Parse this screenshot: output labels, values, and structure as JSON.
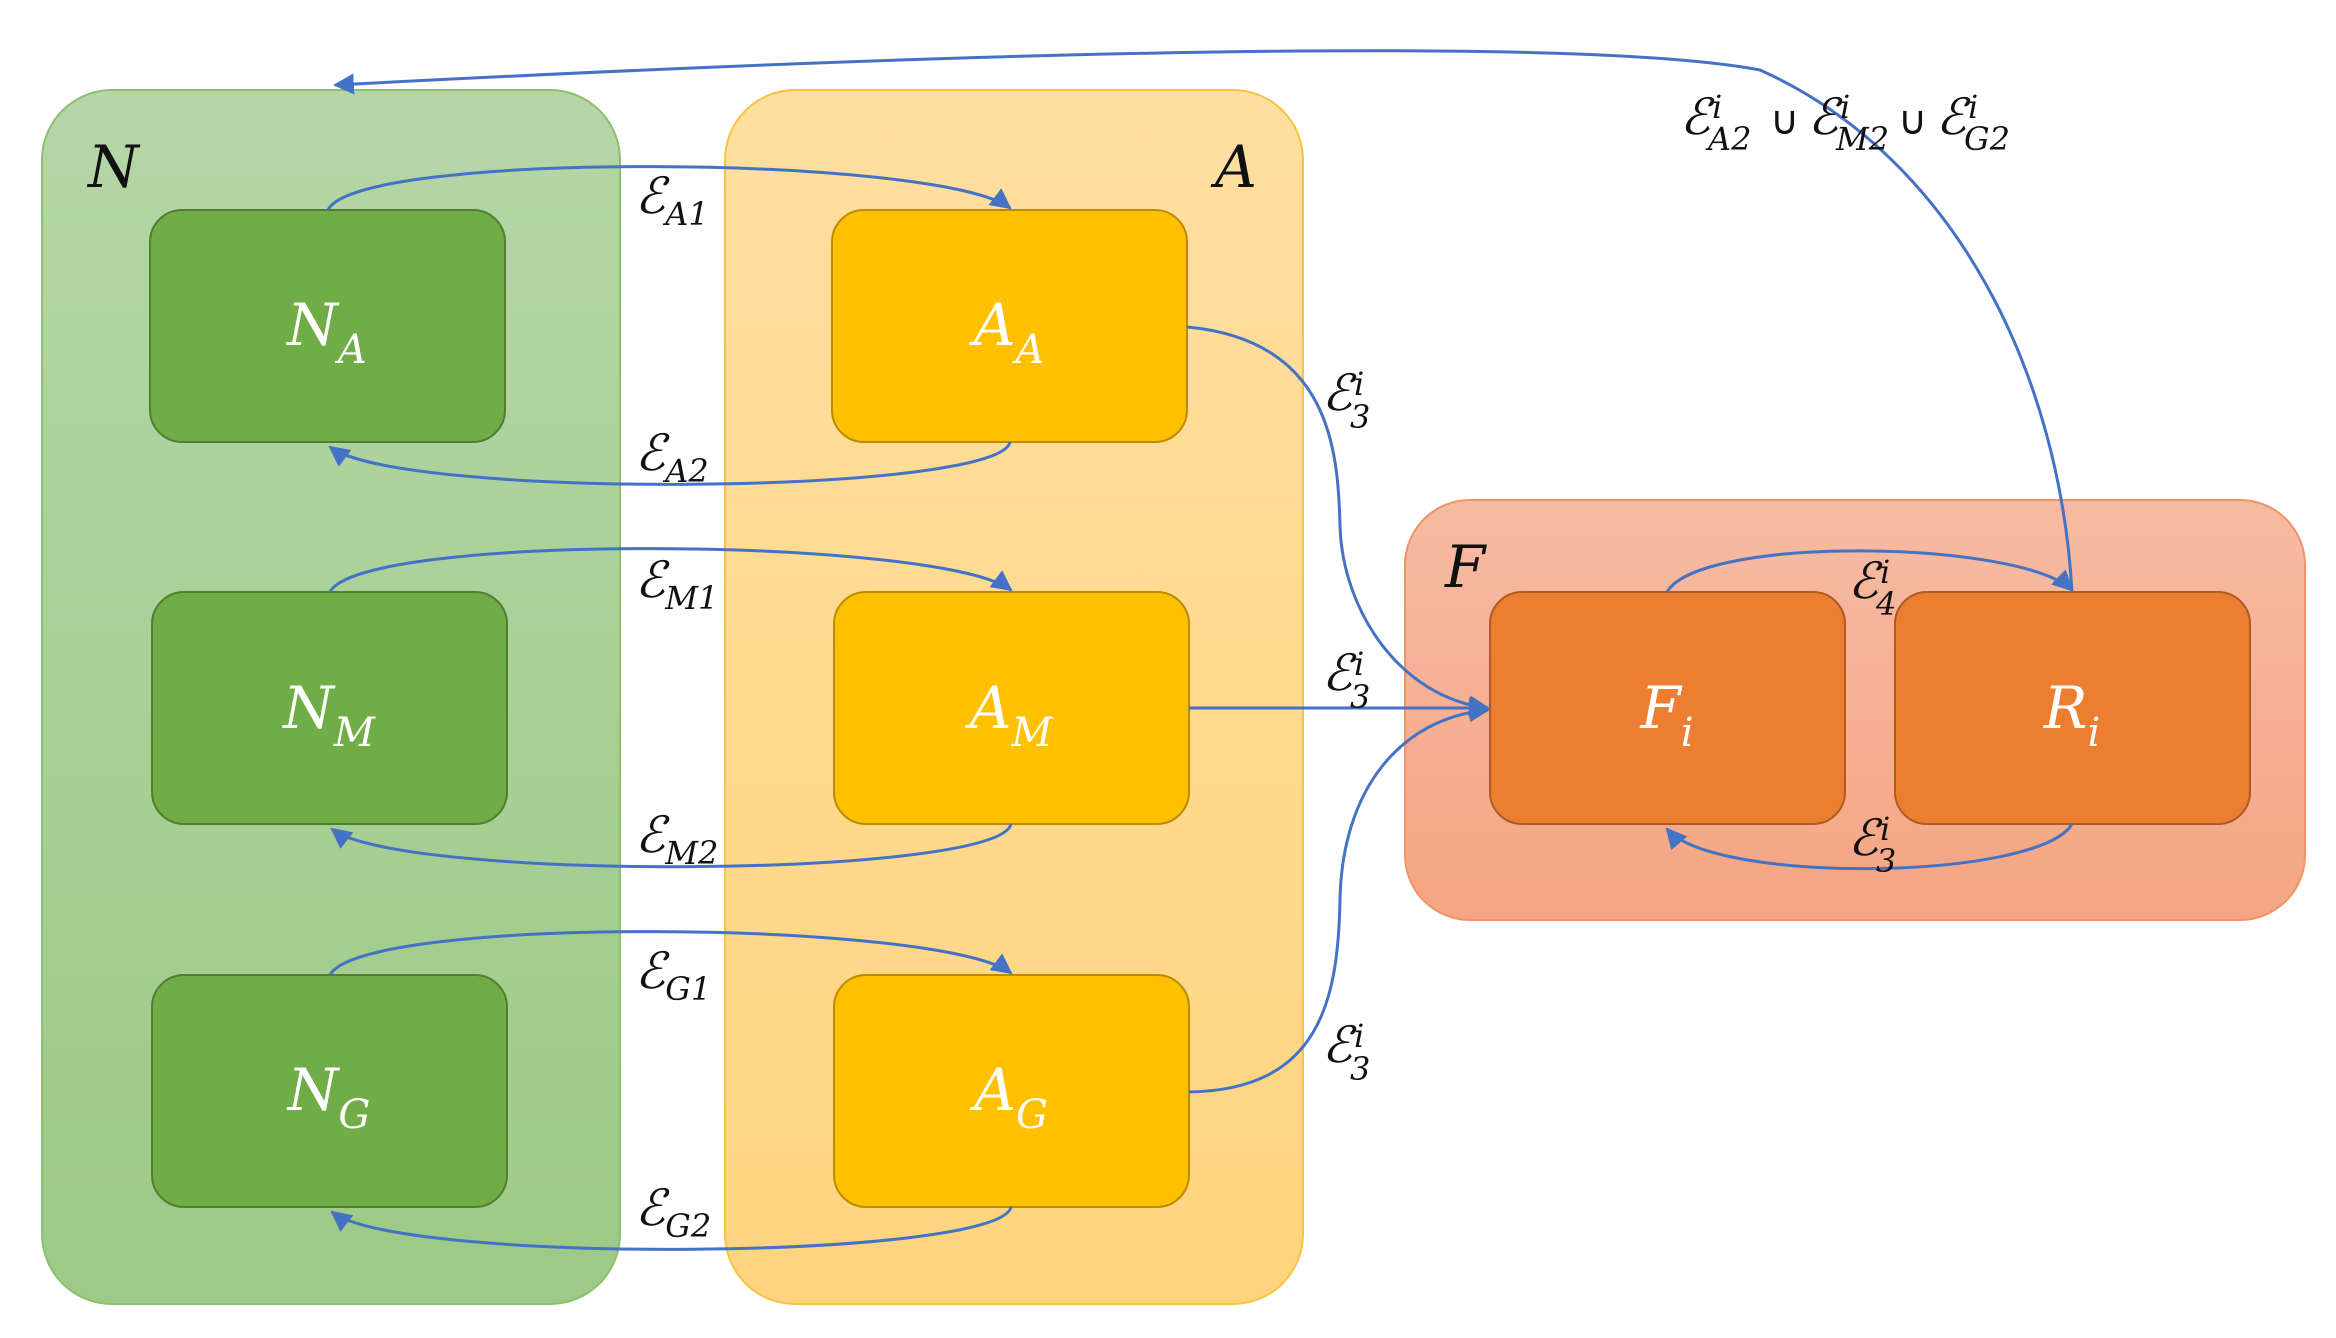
{
  "groups": {
    "N": {
      "label": "N",
      "color": "#a9d18e"
    },
    "A": {
      "label": "A",
      "color": "#ffd98a"
    },
    "F": {
      "label": "F",
      "color": "#f4b08f"
    }
  },
  "nodes": {
    "NA": {
      "main": "N",
      "sub": "A"
    },
    "NM": {
      "main": "N",
      "sub": "M"
    },
    "NG": {
      "main": "N",
      "sub": "G"
    },
    "AA": {
      "main": "A",
      "sub": "A"
    },
    "AM": {
      "main": "A",
      "sub": "M"
    },
    "AG": {
      "main": "A",
      "sub": "G"
    },
    "Fi": {
      "main": "F",
      "sub": "i"
    },
    "Ri": {
      "main": "R",
      "sub": "i"
    }
  },
  "edge_labels": {
    "A1": {
      "base": "ℰ",
      "sub": "A1"
    },
    "A2": {
      "base": "ℰ",
      "sub": "A2"
    },
    "M1": {
      "base": "ℰ",
      "sub": "M1"
    },
    "M2": {
      "base": "ℰ",
      "sub": "M2"
    },
    "G1": {
      "base": "ℰ",
      "sub": "G1"
    },
    "G2": {
      "base": "ℰ",
      "sub": "G2"
    },
    "e3_top": {
      "base": "ℰ",
      "sup": "i",
      "sub": "3"
    },
    "e3_mid": {
      "base": "ℰ",
      "sup": "i",
      "sub": "3"
    },
    "e3_bot": {
      "base": "ℰ",
      "sup": "i",
      "sub": "3"
    },
    "e4_F": {
      "base": "ℰ",
      "sup": "i",
      "sub": "4"
    },
    "e3_F": {
      "base": "ℰ",
      "sup": "i",
      "sub": "3"
    },
    "feedback": {
      "terms": [
        {
          "base": "ℰ",
          "sup": "i",
          "sub": "A2"
        },
        {
          "base": "ℰ",
          "sup": "i",
          "sub": "M2"
        },
        {
          "base": "ℰ",
          "sup": "i",
          "sub": "G2"
        }
      ],
      "operator": "∪"
    }
  },
  "colors": {
    "node_green": "#70ad47",
    "node_yellow": "#ffc000",
    "node_orange": "#ed7d31",
    "edge": "#4472c4"
  }
}
